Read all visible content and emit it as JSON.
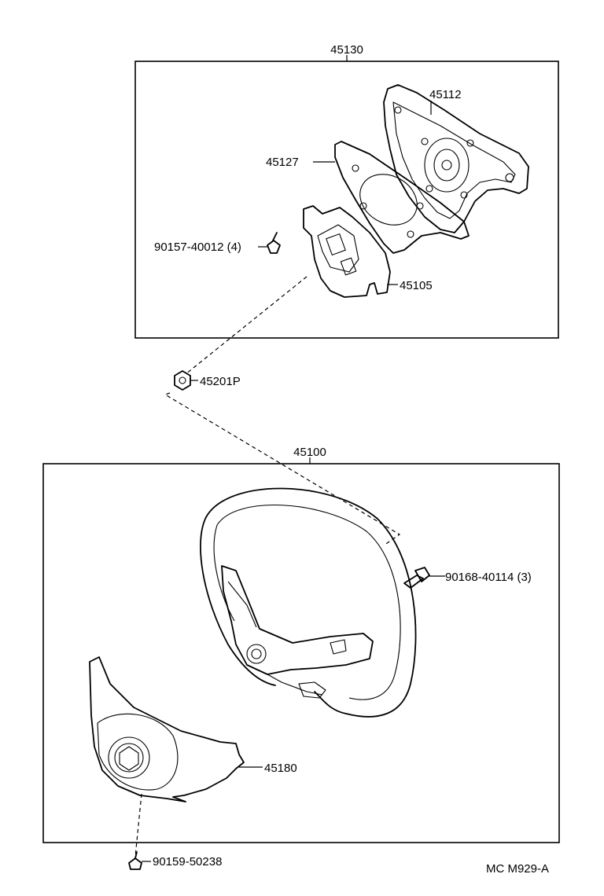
{
  "diagram": {
    "labels": {
      "assy_upper": "45130",
      "pad_upper": "45112",
      "plate": "45127",
      "screw_upper": "90157-40012 (4)",
      "bracket": "45105",
      "nut": "45201P",
      "wheel_assy": "45100",
      "bolt_wheel": "90168-40114 (3)",
      "pad_lower": "45180",
      "screw_lower": "90159-50238"
    },
    "code": "MC M929-A"
  }
}
